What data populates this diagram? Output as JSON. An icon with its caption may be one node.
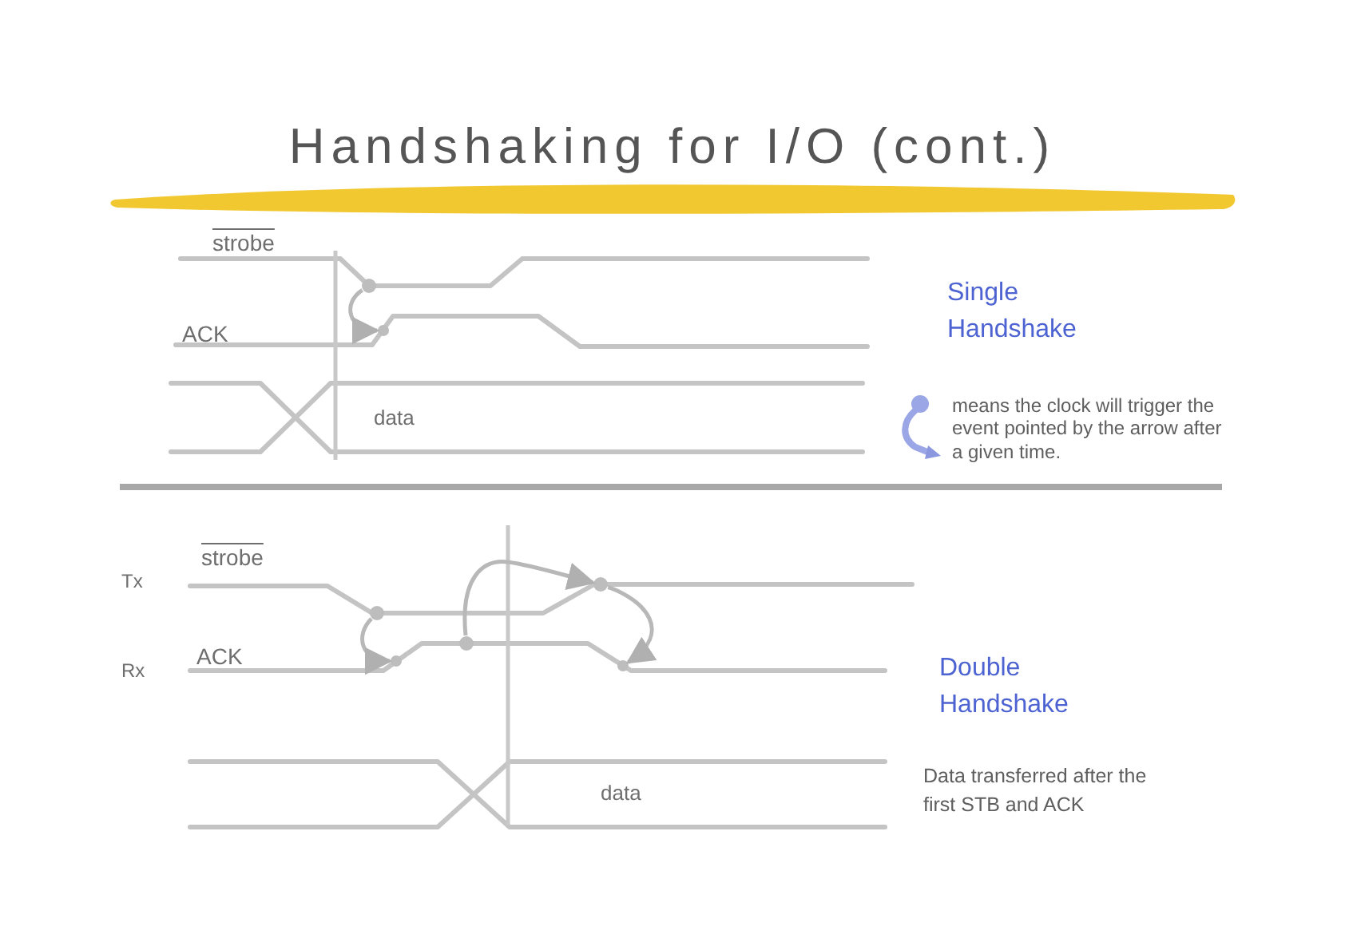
{
  "diagram": {
    "title": "Handshaking for I/O (cont.)",
    "nodes": [
      {
        "text": [],
        "shape": "circle"
      },
      {
        "text": [],
        "shape": "circle"
      },
      {
        "text": [],
        "shape": "circle"
      },
      {
        "text": [],
        "shape": "circle"
      },
      {
        "text": [],
        "shape": "circle"
      },
      {
        "text": [],
        "shape": "circle"
      },
      {
        "text": [],
        "shape": "circle"
      }
    ],
    "edges": [
      {
        "from": 0,
        "to": 1,
        "arrow": "to"
      },
      {
        "from": 2,
        "to": 3,
        "arrow": "to"
      },
      {
        "from": 4,
        "to": 5,
        "arrow": "to"
      },
      {
        "from": 5,
        "to": 6,
        "arrow": "to"
      }
    ],
    "labels": [
      "strobe",
      "Single Handshake",
      "ACK",
      "data",
      "strobe",
      "Tx",
      "Rx",
      "ACK",
      "Double Handshake",
      "data",
      "Data transferred after the first STB and ACK"
    ],
    "legend": [
      {
        "text": "means the clock will trigger the event pointed by the arrow after a given time."
      }
    ]
  }
}
